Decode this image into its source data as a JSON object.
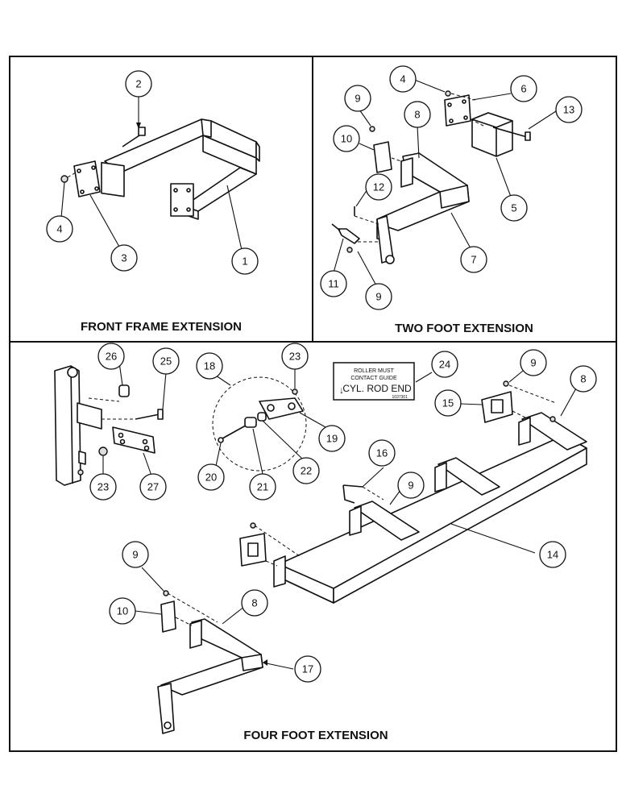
{
  "sections": {
    "front": "FRONT FRAME EXTENSION",
    "two": "TWO FOOT EXTENSION",
    "four": "FOUR FOOT EXTENSION"
  },
  "decal": {
    "line1": "ROLLER MUST",
    "line2": "CONTACT GUIDE",
    "line3": "CYL. ROD END",
    "code": "1037301"
  },
  "callouts": {
    "c1": "1",
    "c2": "2",
    "c3": "3",
    "c4": "4",
    "d4": "4",
    "d5": "5",
    "d6": "6",
    "d7": "7",
    "d8": "8",
    "d9": "9",
    "d9b": "9",
    "d10": "10",
    "d11": "11",
    "d12": "12",
    "d13": "13",
    "e8": "8",
    "e9": "9",
    "e9b": "9",
    "e9c": "9",
    "e10": "10",
    "e14": "14",
    "e15": "15",
    "e16": "16",
    "e17": "17",
    "e18": "18",
    "e19": "19",
    "e20": "20",
    "e21": "21",
    "e22": "22",
    "e23": "23",
    "e23b": "23",
    "e24": "24",
    "e25": "25",
    "e26": "26",
    "e27": "27"
  }
}
